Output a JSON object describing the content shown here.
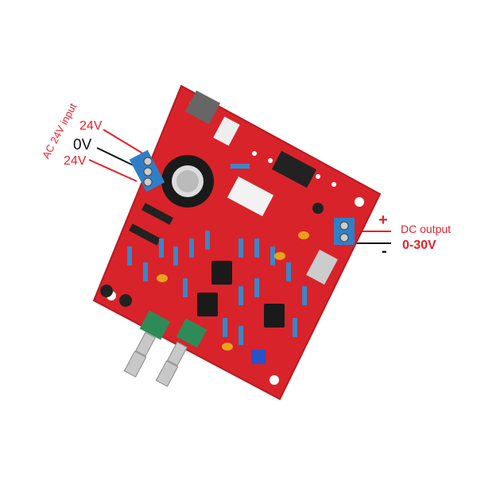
{
  "labels": {
    "ac_input_title": "AC 24V input",
    "input_top": "24V",
    "input_mid": "0V",
    "input_bottom": "24V",
    "plus": "+",
    "dc_output": "DC output",
    "minus": "-",
    "output_range": "0-30V"
  },
  "colors": {
    "board": "#d8232a",
    "terminal": "#2f7fc8",
    "label_red": "#e8202a",
    "label_black": "#111111"
  }
}
